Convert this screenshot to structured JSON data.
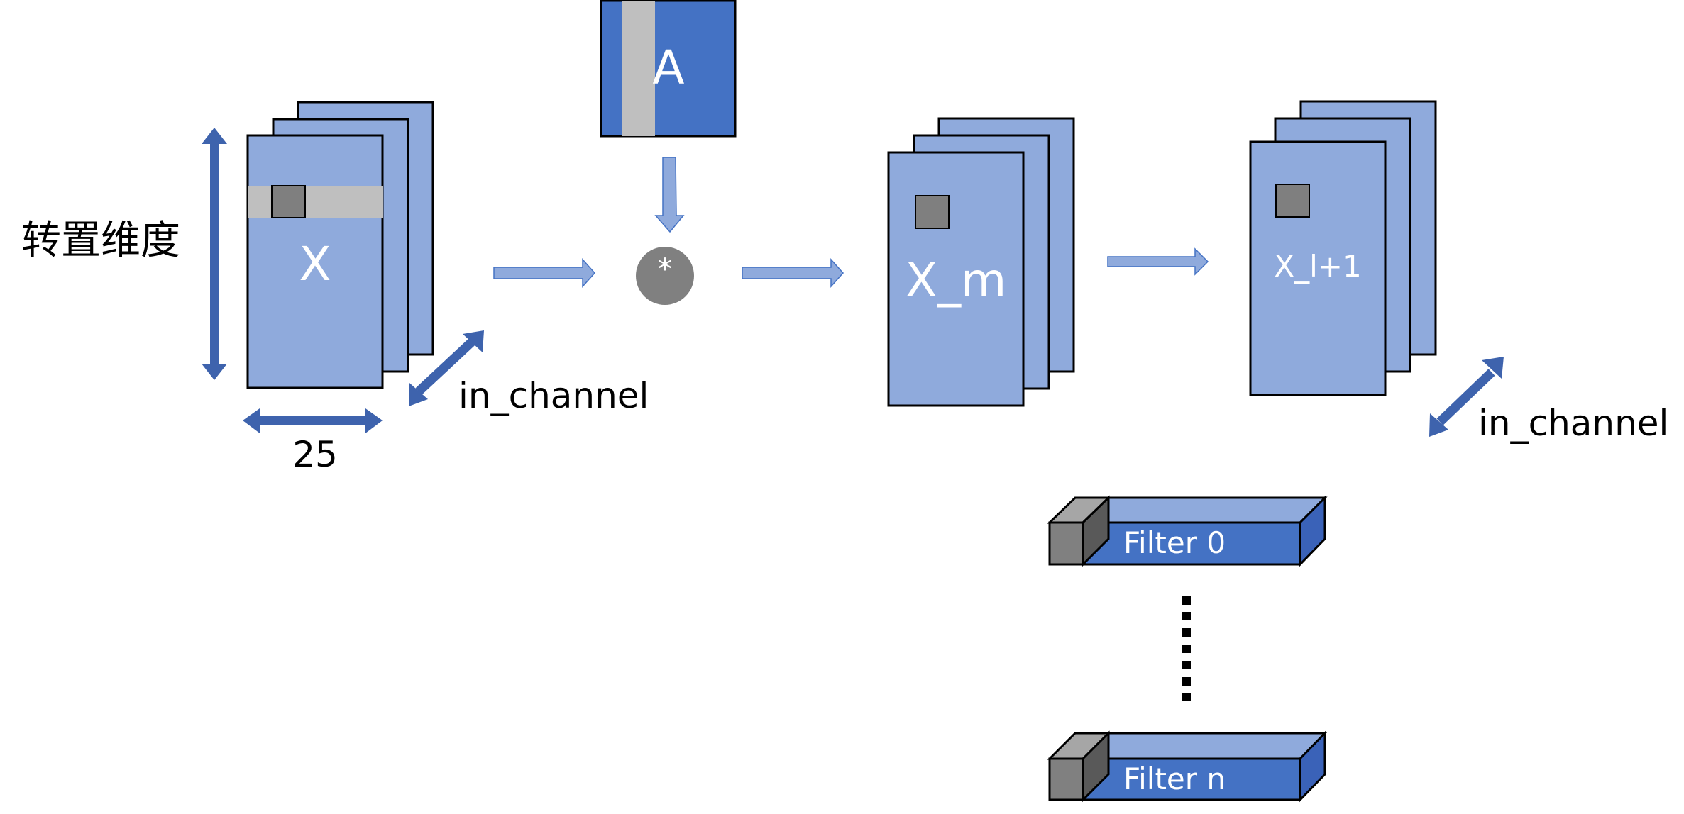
{
  "labels": {
    "transpose_dim": "转置维度",
    "x_width": "25",
    "in_channel_left": "in_channel",
    "in_channel_right": "in_channel",
    "input_tensor": "X",
    "adjacency": "A",
    "operator": "*",
    "intermediate": "X_m",
    "output_tensor": "X_l+1",
    "filter_first": "Filter 0",
    "filter_last": "Filter n"
  },
  "colors": {
    "sheet_fill": "#8faadc",
    "sheet_stroke": "#000000",
    "dim_arrow": "#3e63ad",
    "filter_blue": "#4472c4",
    "highlight_band": "#bfbfbf",
    "cell_gray": "#7f7f7f",
    "operator_gray": "#808080"
  }
}
